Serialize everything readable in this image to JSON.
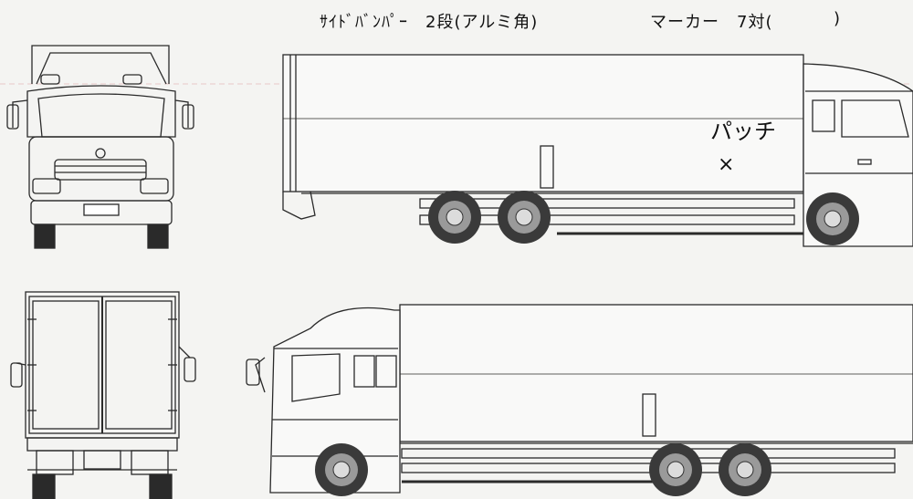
{
  "header": {
    "bumper_spec": "ｻｲﾄﾞﾊﾞﾝﾊﾟｰ　2段(アルミ角)",
    "marker_spec": "マーカー　7対(",
    "marker_close": ")"
  },
  "annotation": {
    "patch_label": "パッチ",
    "patch_mark": "×"
  },
  "colors": {
    "line": "#2a2a2a",
    "tire": "#3a3a3a",
    "hub": "#9a9a9a",
    "background": "#f4f4f2"
  }
}
